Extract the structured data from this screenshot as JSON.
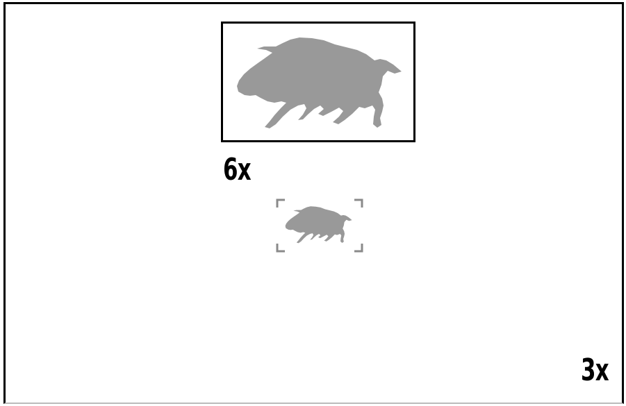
{
  "magnified_view": {
    "zoom_label": "6x",
    "icon": "wild-boar-silhouette",
    "color": "#999999"
  },
  "base_view": {
    "zoom_label": "3x",
    "icon": "wild-boar-silhouette",
    "reticle": "corner-brackets",
    "color": "#999999"
  }
}
